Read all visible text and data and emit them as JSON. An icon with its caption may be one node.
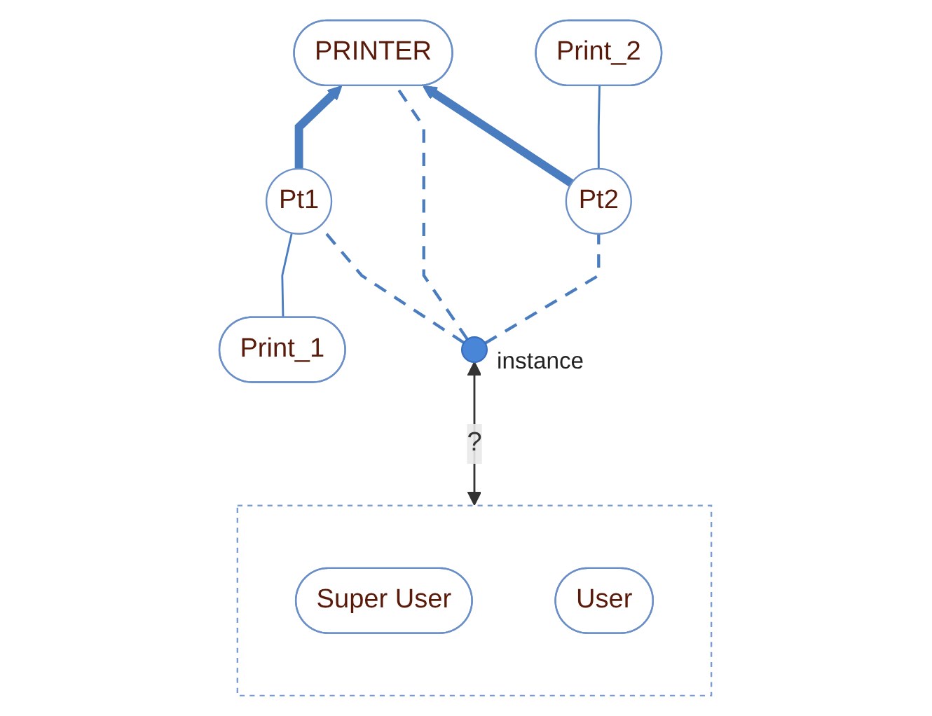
{
  "diagram": {
    "nodes": [
      {
        "text": [
          "PRINTER"
        ]
      },
      {
        "text": [
          "Print_1"
        ]
      },
      {
        "text": [
          "Pt1"
        ]
      },
      {
        "text": [
          "Pt2"
        ]
      },
      {
        "text": [
          "Print_2"
        ]
      },
      {
        "text": [],
        "shape": "box"
      },
      {
        "text": [
          "Super User"
        ],
        "in": 5
      },
      {
        "text": [
          "User"
        ],
        "in": 5
      },
      {
        "text": [],
        "shape": "circle",
        "beside": [
          "instance"
        ]
      }
    ],
    "edges": [
      {
        "from": 1,
        "to": 2,
        "arrow": "none"
      },
      {
        "from": 2,
        "to": 0,
        "arrow": "to",
        "style": "thick"
      },
      {
        "from": 3,
        "to": 0,
        "arrow": "to",
        "style": "thick"
      },
      {
        "from": 3,
        "to": 4,
        "arrow": "none"
      },
      {
        "from": 8,
        "to": 2,
        "arrow": "none",
        "style": "dashed"
      },
      {
        "from": 8,
        "to": 0,
        "arrow": "none",
        "style": "dashed"
      },
      {
        "from": 8,
        "to": 3,
        "arrow": "none",
        "style": "dashed"
      },
      {
        "from": 5,
        "to": 8,
        "arrow": "both",
        "label": "?",
        "color": "#333333"
      }
    ]
  }
}
